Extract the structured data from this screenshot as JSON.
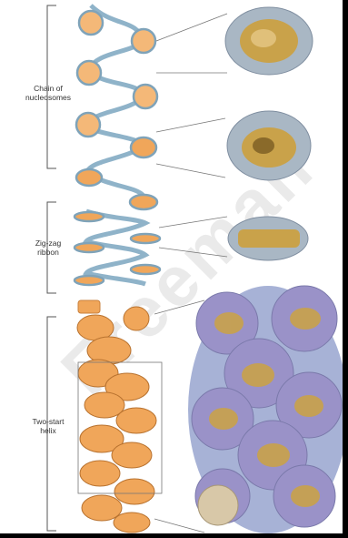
{
  "labels": {
    "chain": [
      "Chain of",
      "nucleosomes"
    ],
    "zigzag": [
      "Zig-zag",
      "ribbon"
    ],
    "twostart": [
      "Two-start",
      "helix"
    ]
  },
  "watermark": "Freeman",
  "colors": {
    "background": "#ffffff",
    "frame": "#000000",
    "dna_blue": "#8fb3c9",
    "nucleosome_orange": "#f0a65a",
    "protein_gold": "#c9a24a",
    "protein_purple": "#9a92c8"
  }
}
